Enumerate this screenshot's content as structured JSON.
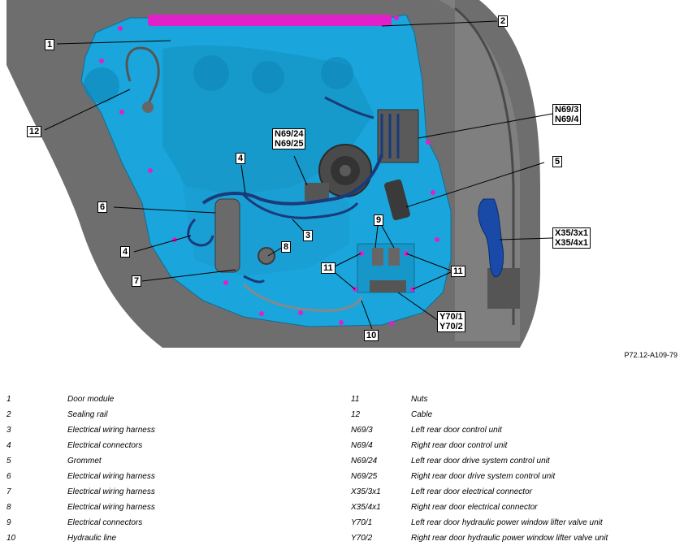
{
  "figure_ref": "P72.12-A109-79",
  "callouts": {
    "c1": "1",
    "c2": "2",
    "c3": "3",
    "c4a": "4",
    "c4b": "4",
    "c5": "5",
    "c6": "6",
    "c7": "7",
    "c8": "8",
    "c9": "9",
    "c10": "10",
    "c11a": "11",
    "c11b": "11",
    "c12": "12",
    "n69_3_4": "N69/3\nN69/4",
    "n69_24_25": "N69/24\nN69/25",
    "x35": "X35/3x1\nX35/4x1",
    "y70": "Y70/1\nY70/2"
  },
  "legend_left": [
    {
      "code": "1",
      "desc": "Door module"
    },
    {
      "code": "2",
      "desc": "Sealing rail"
    },
    {
      "code": "3",
      "desc": "Electrical wiring harness"
    },
    {
      "code": "4",
      "desc": "Electrical connectors"
    },
    {
      "code": "5",
      "desc": "Grommet"
    },
    {
      "code": "6",
      "desc": "Electrical wiring harness"
    },
    {
      "code": "7",
      "desc": "Electrical wiring harness"
    },
    {
      "code": "8",
      "desc": "Electrical wiring harness"
    },
    {
      "code": "9",
      "desc": "Electrical connectors"
    },
    {
      "code": "10",
      "desc": "Hydraulic line"
    }
  ],
  "legend_right": [
    {
      "code": "11",
      "desc": "Nuts"
    },
    {
      "code": "12",
      "desc": "Cable"
    },
    {
      "code": "N69/3",
      "desc": "Left rear door control unit"
    },
    {
      "code": "N69/4",
      "desc": "Right rear door control unit"
    },
    {
      "code": "N69/24",
      "desc": "Left rear door drive system control unit"
    },
    {
      "code": "N69/25",
      "desc": "Right rear door drive system control unit"
    },
    {
      "code": "X35/3x1",
      "desc": "Left rear door electrical connector"
    },
    {
      "code": "X35/4x1",
      "desc": "Right rear door electrical connector"
    },
    {
      "code": "Y70/1",
      "desc": "Left rear door hydraulic power window lifter valve unit"
    },
    {
      "code": "Y70/2",
      "desc": "Right rear door hydraulic power window lifter valve unit"
    }
  ],
  "colors": {
    "door_module": "#1aa6dc",
    "sealing_rail": "#e020c8",
    "grommet": "#1a4aa8",
    "door_shell": "#6e6e6e"
  }
}
